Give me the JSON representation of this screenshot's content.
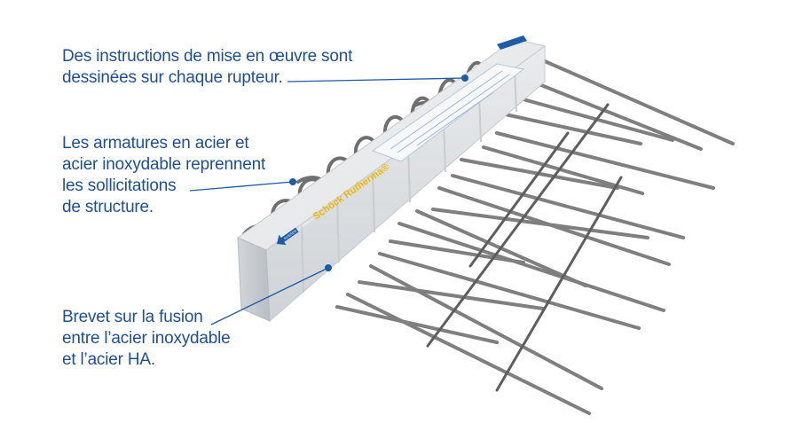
{
  "callouts": [
    {
      "lines": [
        "Des instructions de mise en œuvre sont",
        "dessinées sur chaque rupteur."
      ]
    },
    {
      "lines": [
        "Les armatures en acier et",
        "acier inoxydable reprennent",
        "les sollicitations",
        "de structure."
      ]
    },
    {
      "lines": [
        "Brevet sur la fusion",
        "entre l’acier inoxydable",
        "et l’acier HA."
      ]
    }
  ],
  "product": {
    "brand_label": "Schöck Rutherma®",
    "arrow_label": "AUSSEN EXTERIEUR"
  },
  "colors": {
    "text": "#1f4f93",
    "leader": "#1f5aa6",
    "rebar": "#7f7f7f",
    "insulation": "#e6e8ea",
    "brand_yellow": "#f2b705",
    "brand_blue": "#1f5aa6"
  },
  "icons": [
    "callout-dot-icon",
    "exterior-arrow-icon"
  ]
}
